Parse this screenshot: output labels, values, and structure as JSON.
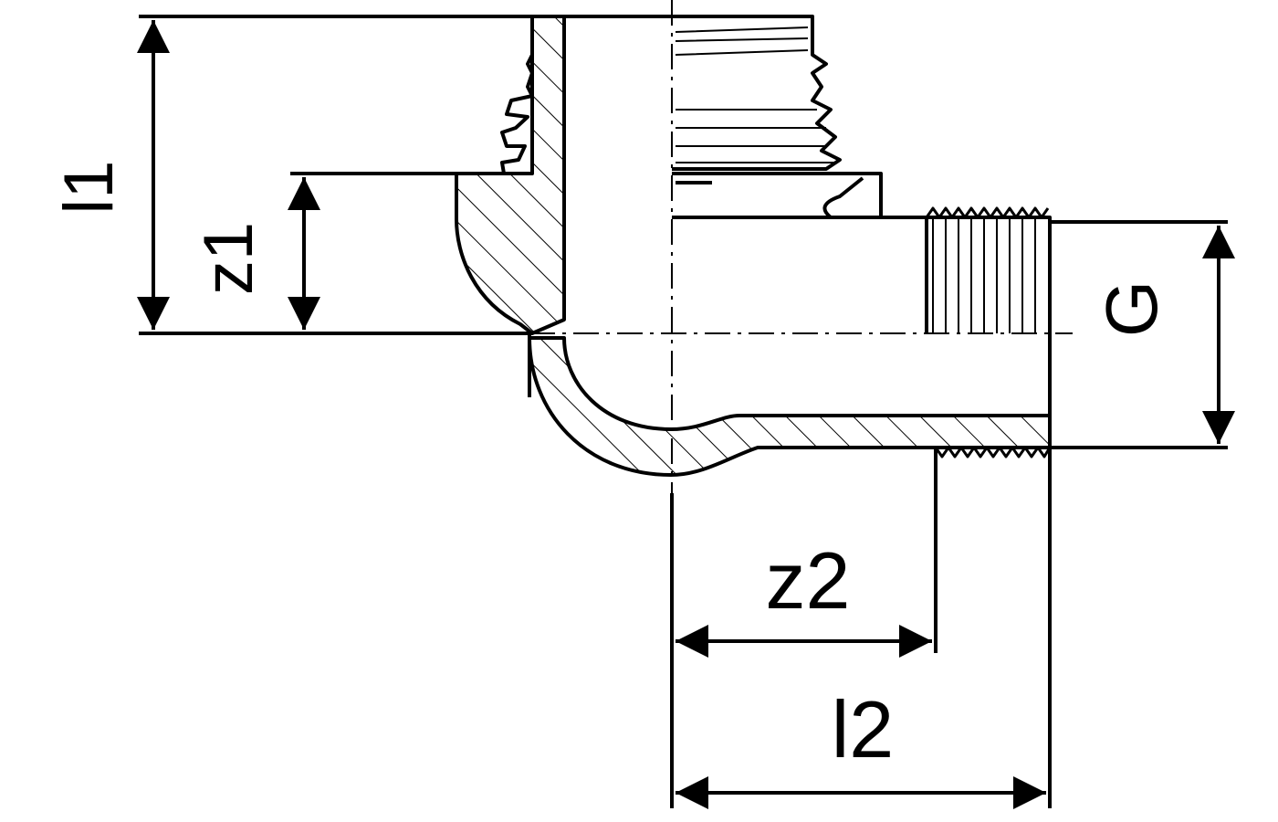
{
  "diagram": {
    "labels": {
      "l1": "l1",
      "z1": "z1",
      "g": "G",
      "z2": "z2",
      "l2": "l2"
    },
    "stroke_color": "#000000",
    "background_color": "#ffffff"
  }
}
